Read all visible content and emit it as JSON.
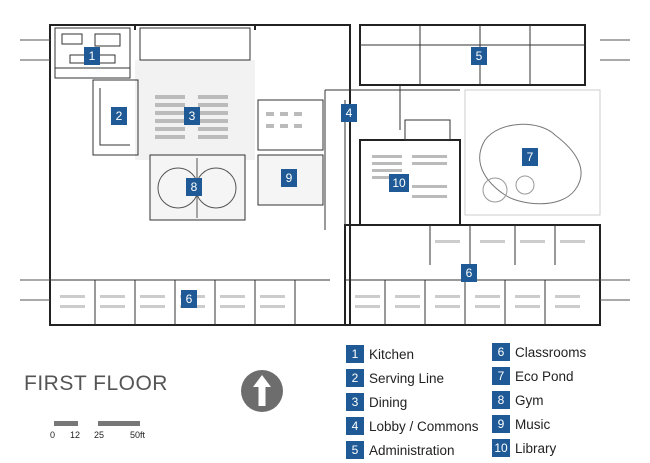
{
  "title": "FIRST FLOOR",
  "legend": [
    {
      "num": "1",
      "label": "Kitchen"
    },
    {
      "num": "2",
      "label": "Serving Line"
    },
    {
      "num": "3",
      "label": "Dining"
    },
    {
      "num": "4",
      "label": "Lobby / Commons"
    },
    {
      "num": "5",
      "label": "Administration"
    },
    {
      "num": "6",
      "label": "Classrooms"
    },
    {
      "num": "7",
      "label": "Eco Pond"
    },
    {
      "num": "8",
      "label": "Gym"
    },
    {
      "num": "9",
      "label": "Music"
    },
    {
      "num": "10",
      "label": "Library"
    }
  ],
  "plan_markers": [
    {
      "num": "1"
    },
    {
      "num": "2"
    },
    {
      "num": "3"
    },
    {
      "num": "4"
    },
    {
      "num": "5"
    },
    {
      "num": "6"
    },
    {
      "num": "6"
    },
    {
      "num": "7"
    },
    {
      "num": "8"
    },
    {
      "num": "9"
    },
    {
      "num": "10"
    }
  ],
  "scale": {
    "labels": [
      "0",
      "12",
      "25",
      "50ft"
    ]
  },
  "colors": {
    "marker": "#1f5a96",
    "wall": "#222222",
    "title": "#555555",
    "north_arrow": "#6d6d6d"
  },
  "icons": {
    "north_arrow": "north-arrow-icon"
  }
}
